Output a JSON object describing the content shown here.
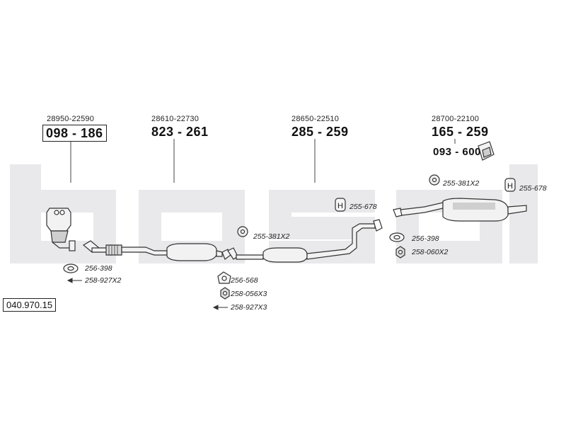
{
  "watermark": {
    "text": "bosal",
    "color": "#e9e9ec"
  },
  "drawing_number": "040.970.15",
  "groups": [
    {
      "ref": "28950-22590",
      "part": "098 - 186"
    },
    {
      "ref": "28610-22730",
      "part": "823 - 261"
    },
    {
      "ref": "28650-22510",
      "part": "285 - 259"
    },
    {
      "ref": "28700-22100",
      "part": "165 - 259"
    }
  ],
  "hanger_part": "093 - 600",
  "accessories": [
    {
      "code": "256-398"
    },
    {
      "code": "258-927X2"
    },
    {
      "code": "256-568"
    },
    {
      "code": "258-056X3"
    },
    {
      "code": "258-927X3"
    },
    {
      "code": "255-381X2"
    },
    {
      "code": "255-678"
    },
    {
      "code": "255-381X2"
    },
    {
      "code": "255-678"
    },
    {
      "code": "256-398"
    },
    {
      "code": "258-060X2"
    }
  ],
  "colors": {
    "line": "#333333",
    "part_fill": "#f2f2f2",
    "part_shade": "#cfcfcf"
  }
}
